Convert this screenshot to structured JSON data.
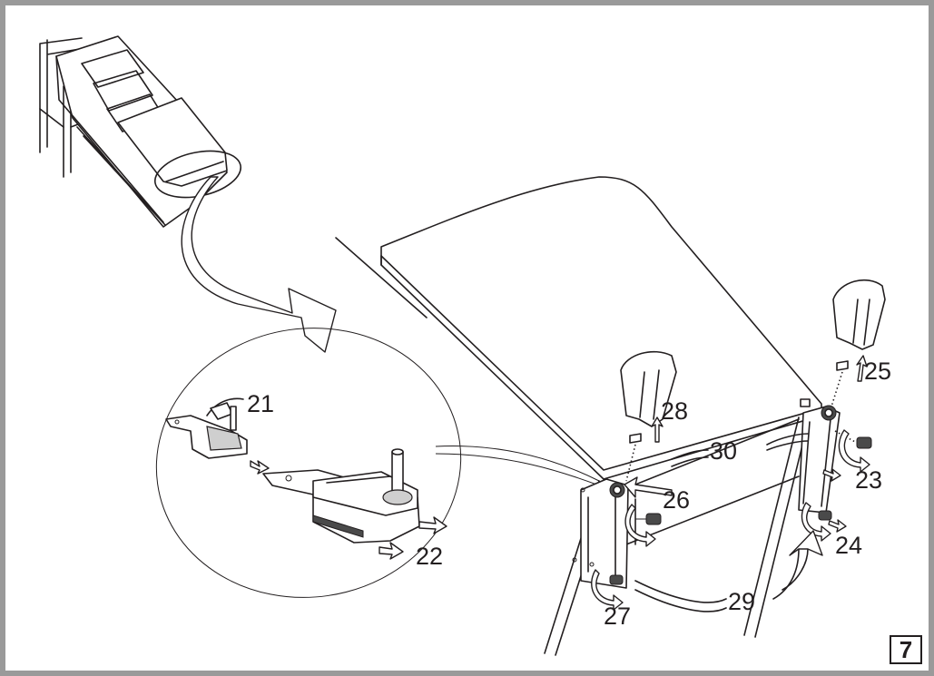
{
  "figure_number": "7",
  "callouts": {
    "c21": "21",
    "c22": "22",
    "c23": "23",
    "c24": "24",
    "c25": "25",
    "c26": "26",
    "c27": "27",
    "c28": "28",
    "c29": "29",
    "c30": "30"
  }
}
